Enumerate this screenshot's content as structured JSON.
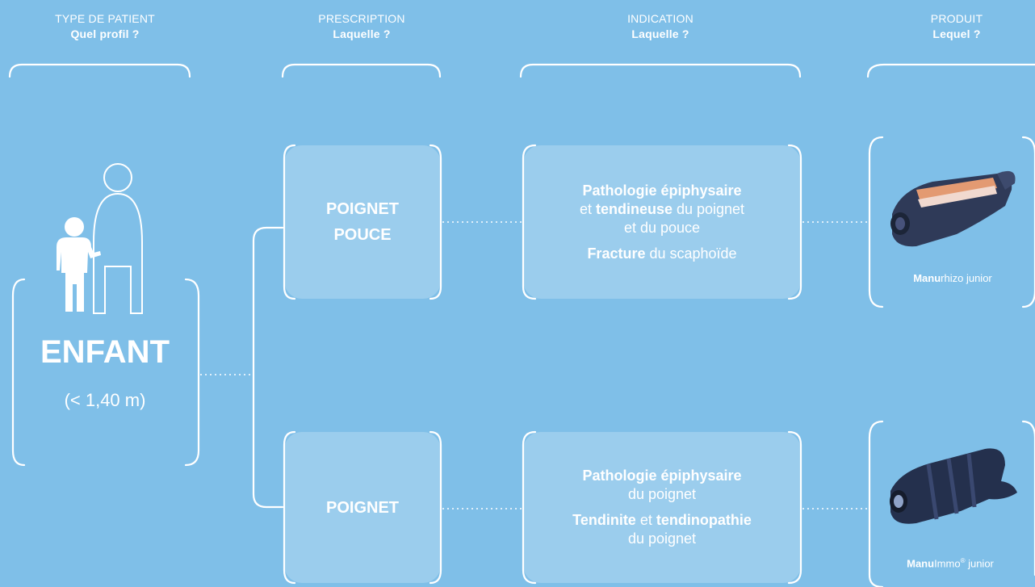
{
  "headers": [
    {
      "title": "TYPE DE PATIENT",
      "question": "Quel profil ?"
    },
    {
      "title": "PRESCRIPTION",
      "question": "Laquelle ?"
    },
    {
      "title": "INDICATION",
      "question": "Laquelle ?"
    },
    {
      "title": "PRODUIT",
      "question": "Lequel ?"
    }
  ],
  "patient": {
    "label": "ENFANT",
    "height": "(< 1,40 m)",
    "icon": "adult-child-icon"
  },
  "rows": [
    {
      "prescription": [
        "POIGNET",
        "POUCE"
      ],
      "indication": [
        {
          "bold": "Pathologie épiphysaire",
          "rest": ""
        },
        {
          "pre": "et ",
          "bold": "tendineuse",
          "rest": " du poignet"
        },
        {
          "pre": "",
          "bold": "",
          "rest": "et du pouce"
        },
        {
          "pre": "",
          "bold": "Fracture",
          "rest": " du scaphoïde"
        }
      ],
      "product": {
        "bold": "Manu",
        "rest": "rhizo junior",
        "icon": "thumb-wrist-brace-icon"
      }
    },
    {
      "prescription": [
        "POIGNET"
      ],
      "indication": [
        {
          "bold": "Pathologie épiphysaire",
          "rest": ""
        },
        {
          "pre": "",
          "bold": "",
          "rest": "du poignet"
        },
        {
          "pre": "",
          "bold": "Tendinite",
          "rest": " et "
        },
        {
          "pre": "",
          "bold": "",
          "rest": "du poignet"
        }
      ],
      "product": {
        "bold": "Manu",
        "rest": "Immo",
        "sup": "®",
        "suffix": " junior",
        "icon": "wrist-brace-icon"
      }
    }
  ],
  "extra": {
    "tendinopathie": "tendinopathie"
  },
  "colors": {
    "background": "#7fbfe8",
    "box": "rgba(255,255,255,0.22)",
    "text": "#ffffff"
  }
}
